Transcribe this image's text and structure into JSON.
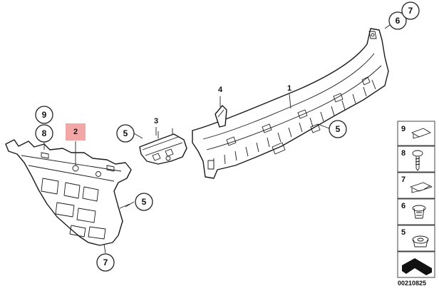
{
  "callouts": {
    "c1": "1",
    "c2": "2",
    "c3": "3",
    "c4": "4",
    "c5a": "5",
    "c5b": "5",
    "c5c": "5",
    "c6": "6",
    "c7a": "7",
    "c7b": "7",
    "c8": "8",
    "c9": "9"
  },
  "legend": {
    "items": [
      "9",
      "8",
      "7",
      "6",
      "5"
    ]
  },
  "doc_number": "00210825",
  "colors": {
    "highlight": "#f3a6a6",
    "line": "#1a1a1a"
  }
}
